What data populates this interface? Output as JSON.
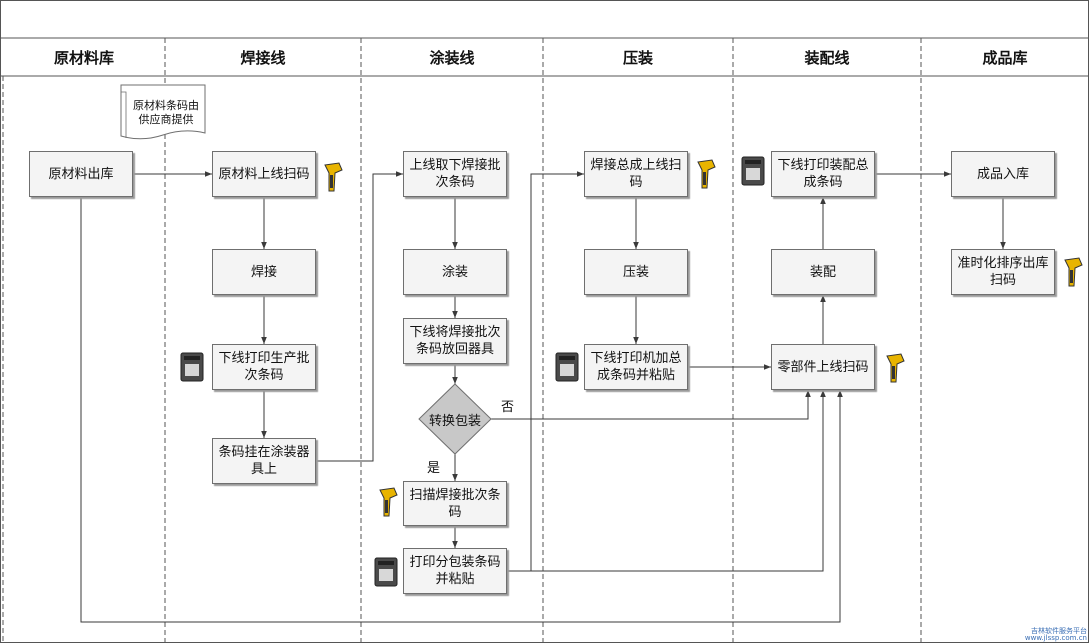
{
  "lanes": [
    "原材料库",
    "焊接线",
    "涂装线",
    "压装",
    "装配线",
    "成品库"
  ],
  "nodes": {
    "raw_out": "原材料出库",
    "raw_online": "原材料上线扫码",
    "weld": "焊接",
    "print_batch": "下线打印生产批次条码",
    "hang_code": "条码挂在涂装器具上",
    "take_code": "上线取下焊接批次条码",
    "paint": "涂装",
    "return_code": "下线将焊接批次条码放回器具",
    "decision": "转换包装",
    "scan_weld": "扫描焊接批次条码",
    "print_pack": "打印分包装条码并粘贴",
    "weld_asm_online": "焊接总成上线扫码",
    "press": "压装",
    "print_asm": "下线打印机加总成条码并粘贴",
    "print_final_asm": "下线打印装配总成条码",
    "assemble": "装配",
    "parts_online": "零部件上线扫码",
    "fg_in": "成品入库",
    "jit_out": "准时化排序出库扫码"
  },
  "document_note": "原材料条码由供应商提供",
  "labels": {
    "no": "否",
    "yes": "是"
  },
  "watermark": [
    "吉林软件服务平台",
    "www.jlssp.com.cn"
  ],
  "colors": {
    "line": "#3a3a3a",
    "node_fill": "#f4f4f4",
    "decision_fill": "#c8c8c8",
    "scanner": "#e8b400"
  }
}
